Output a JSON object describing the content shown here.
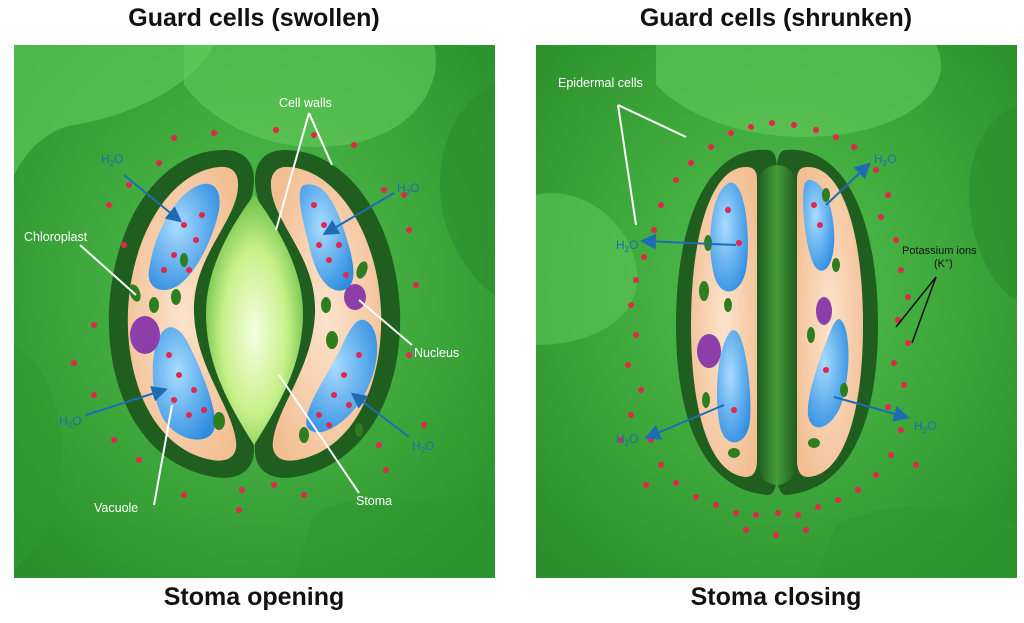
{
  "panels": [
    {
      "title": "Guard cells (swollen)",
      "caption": "Stoma opening",
      "labels": {
        "cell_walls": "Cell walls",
        "chloroplast": "Chloroplast",
        "nucleus": "Nucleus",
        "vacuole": "Vacuole",
        "stoma": "Stoma",
        "water": "H",
        "water_sub": "2",
        "water_tail": "O"
      }
    },
    {
      "title": "Guard cells (shrunken)",
      "caption": "Stoma closing",
      "labels": {
        "epidermal_cells": "Epidermal cells",
        "potassium_ions": "Potassium ions",
        "potassium_symbol": "(K",
        "potassium_sup": "+",
        "potassium_close": ")",
        "water": "H",
        "water_sub": "2",
        "water_tail": "O"
      }
    }
  ],
  "colors": {
    "background_green": "#3fa83c",
    "guard_cell_wall": "#1f5e1e",
    "cytoplasm": "#f6c8a0",
    "vacuole": "#3a9ae8",
    "nucleus": "#8c3fa8",
    "chloroplast": "#2e7d1f",
    "ion": "#e2264d",
    "water_arrow": "#1e6db4",
    "stoma_glow": "#f2ffd8"
  }
}
